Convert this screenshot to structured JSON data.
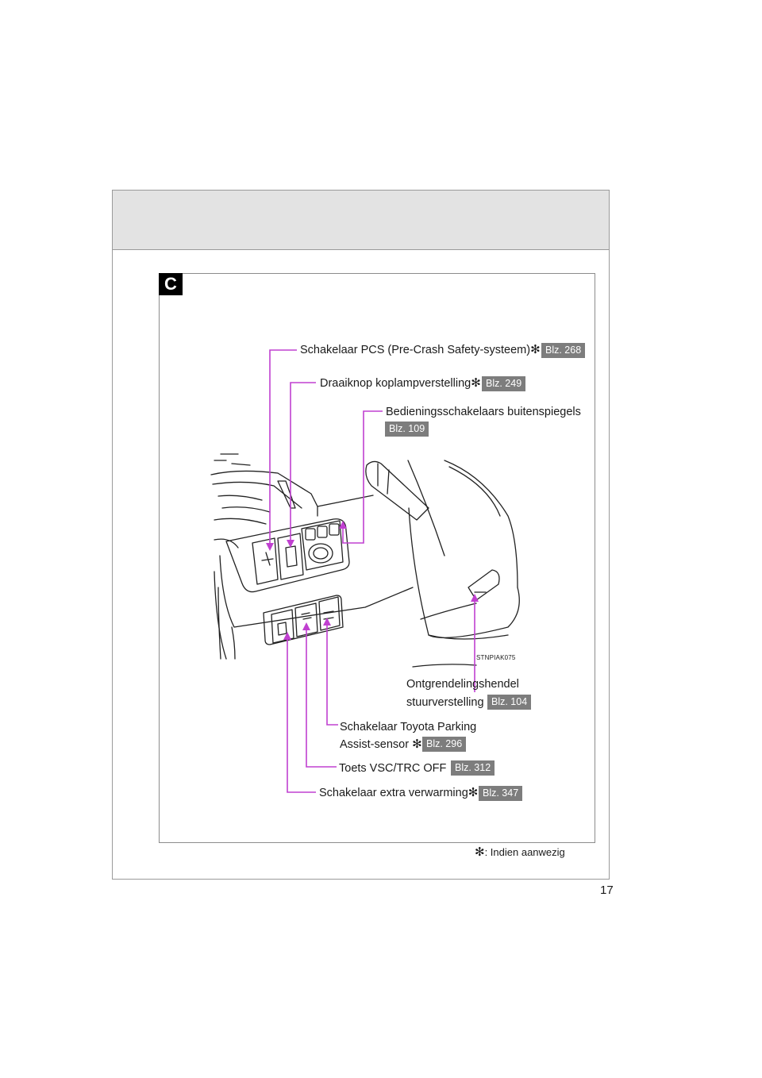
{
  "section_letter": "C",
  "labels": {
    "pcs": {
      "text": "Schakelaar PCS (Pre-Crash Safety-systeem)",
      "star": "✻",
      "ref": "Blz. 268"
    },
    "headlamp": {
      "text": "Draaiknop koplampverstelling",
      "star": "✻",
      "ref": "Blz. 249"
    },
    "mirrors": {
      "text": "Bedieningsschakelaars buitenspiegels",
      "ref": "Blz. 109"
    },
    "tilt": {
      "line1": "Ontgrendelingshendel",
      "line2": "stuurverstelling",
      "ref": "Blz. 104"
    },
    "parking": {
      "line1": "Schakelaar Toyota Parking",
      "line2": "Assist-sensor ",
      "star": "✻",
      "ref": "Blz. 296"
    },
    "vsc": {
      "text": "Toets VSC/TRC OFF",
      "ref": "Blz. 312"
    },
    "heater": {
      "text": "Schakelaar extra verwarming",
      "star": "✻",
      "ref": "Blz. 347"
    }
  },
  "image_code": "STNPIAK075",
  "footnote": {
    "star": "✻",
    "text": ": Indien aanwezig"
  },
  "page_number": "17",
  "colors": {
    "leader": "#c040d0",
    "ref_bg": "#7d7d7d",
    "header_band": "#e3e3e3"
  }
}
